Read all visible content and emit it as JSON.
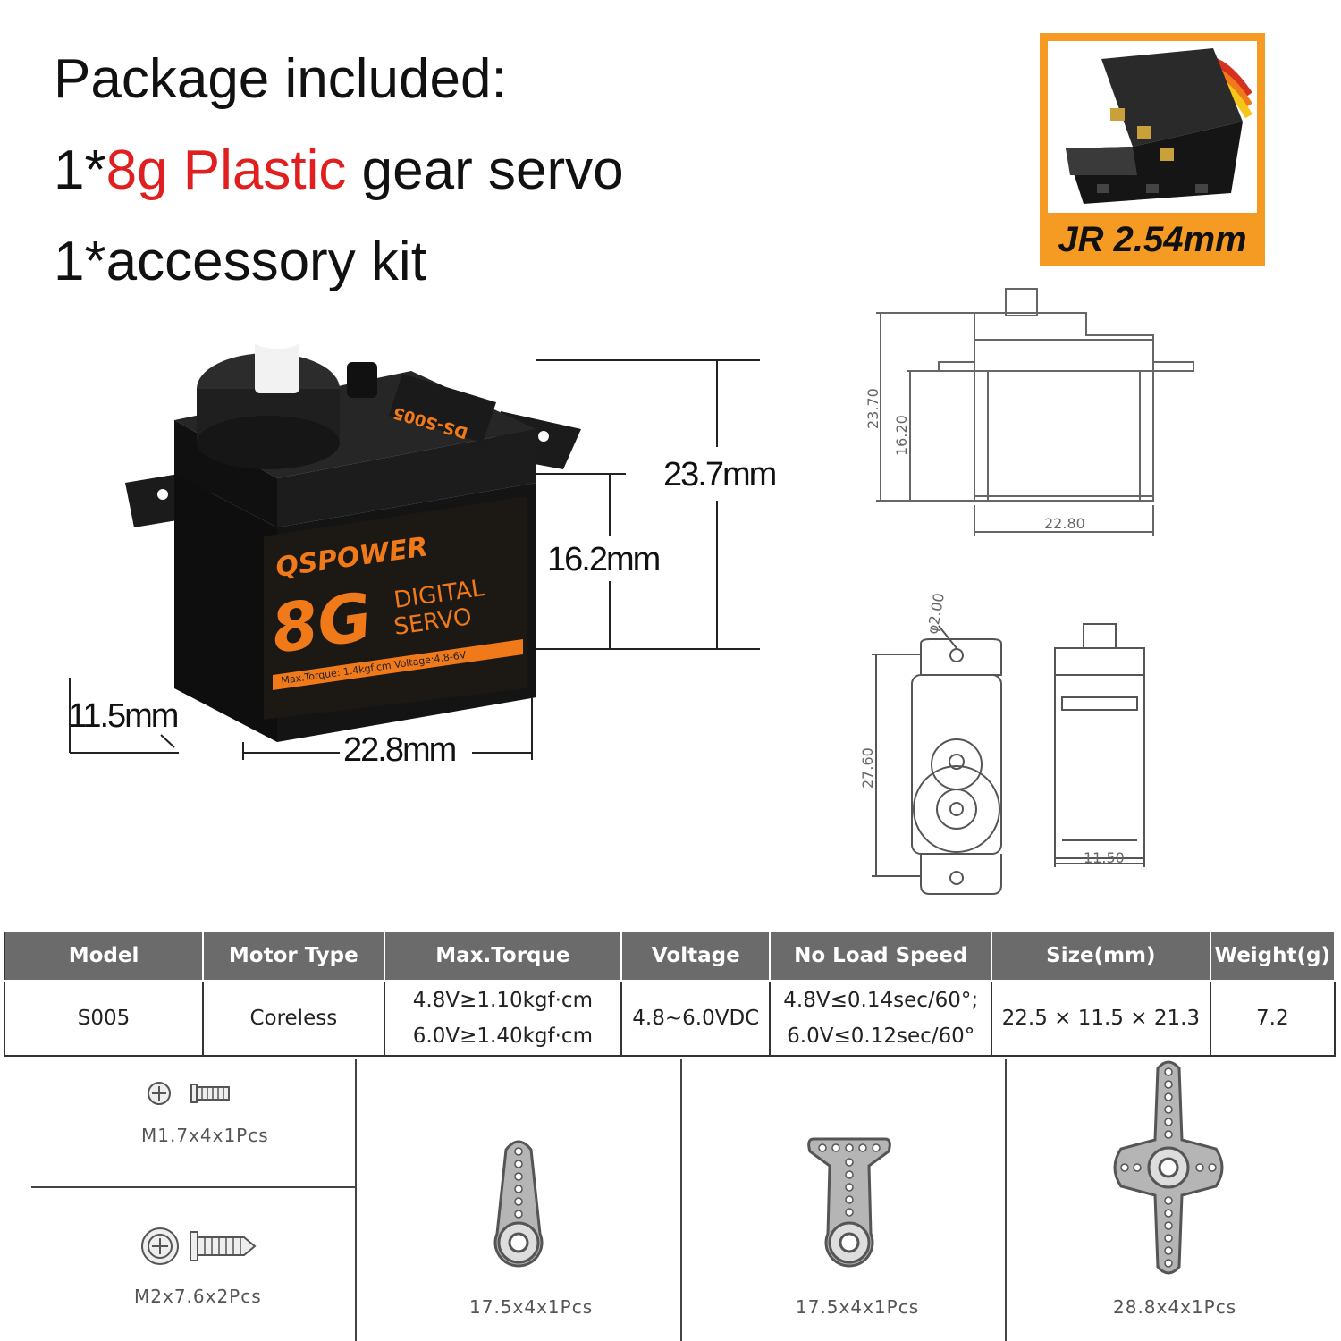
{
  "package": {
    "heading": "Package included:",
    "line1_prefix": "1*",
    "line1_highlight": "8g Plastic",
    "line1_suffix": " gear servo",
    "line2": "1*accessory kit",
    "highlight_color": "#e02020"
  },
  "connector": {
    "label": "JR 2.54mm",
    "frame_color": "#f59a23"
  },
  "product": {
    "brand": "QSPOWER",
    "model_tag": "DS-S005",
    "big_label": "8G",
    "type_line1": "DIGITAL",
    "type_line2": "SERVO",
    "spec_strip": "Max.Torque: 1.4kgf.cm  Voltage:4.8-6V",
    "accent_color": "#f07a1a"
  },
  "photo_dimensions": {
    "height_total": "23.7mm",
    "height_body": "16.2mm",
    "depth": "11.5mm",
    "width": "22.8mm"
  },
  "drawing_dimensions": {
    "height_total": "23.70",
    "height_body": "16.20",
    "width": "22.80",
    "hole": "φ2.00",
    "length": "27.60",
    "depth": "11.50"
  },
  "spec_table": {
    "headers": [
      "Model",
      "Motor Type",
      "Max.Torque",
      "Voltage",
      "No Load Speed",
      "Size(mm)",
      "Weight(g)"
    ],
    "row": {
      "model": "S005",
      "motor": "Coreless",
      "torque_1": "4.8V≥1.10kgf·cm",
      "torque_2": "6.0V≥1.40kgf·cm",
      "voltage": "4.8~6.0VDC",
      "speed_1": "4.8V≤0.14sec/60°;",
      "speed_2": "6.0V≤0.12sec/60°",
      "size": "22.5 × 11.5 × 21.3",
      "weight": "7.2"
    },
    "header_color": "#6b6b6b"
  },
  "accessories": [
    {
      "caption": "M1.7x4x1Pcs"
    },
    {
      "caption": "M2x7.6x2Pcs"
    },
    {
      "caption": "17.5x4x1Pcs"
    },
    {
      "caption": "17.5x4x1Pcs"
    },
    {
      "caption": "28.8x4x1Pcs"
    }
  ]
}
